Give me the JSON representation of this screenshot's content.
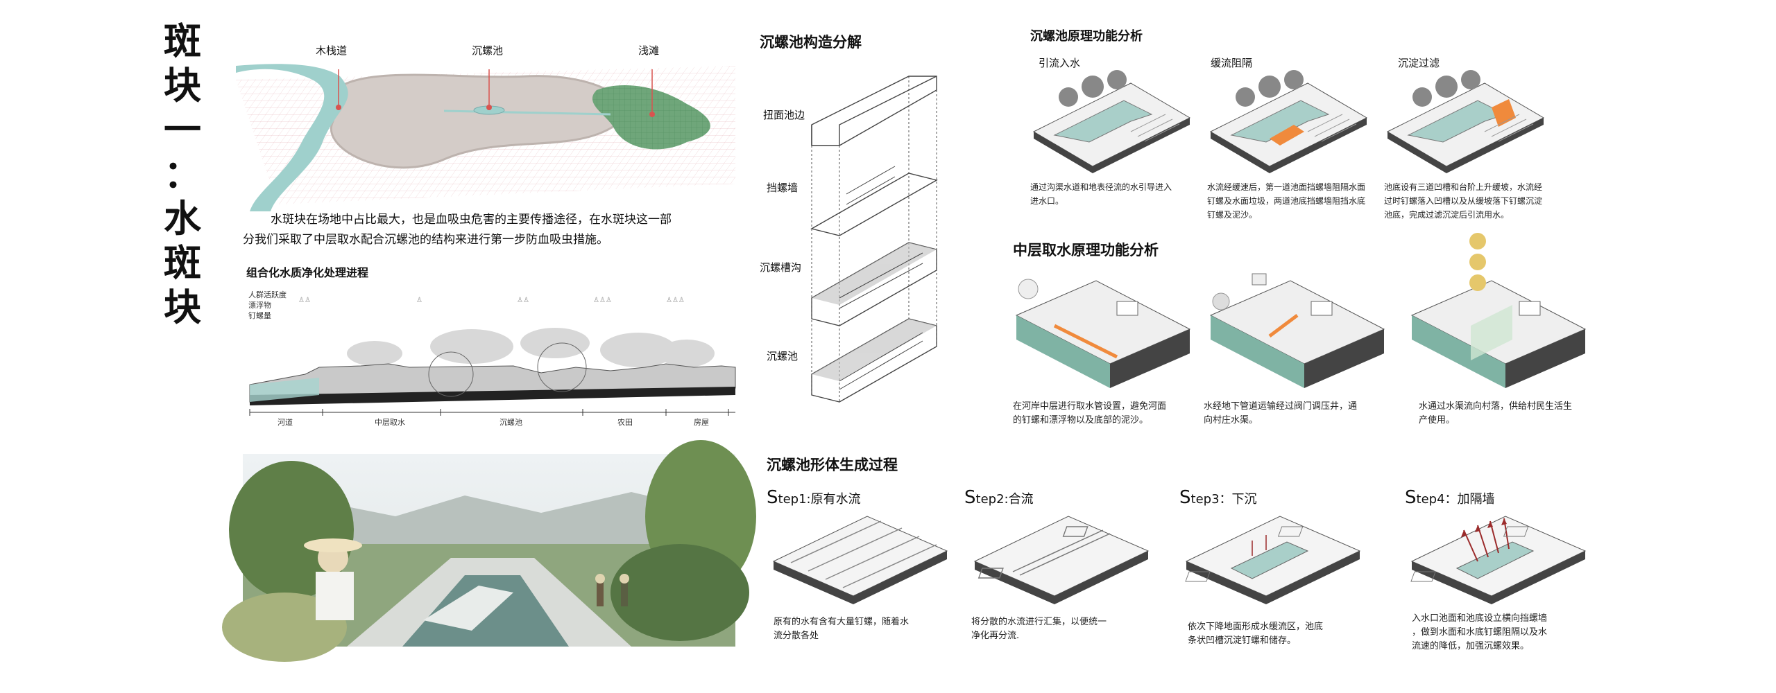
{
  "title_chars": [
    "斑",
    "块",
    "一",
    "：",
    "水",
    "斑",
    "块"
  ],
  "map": {
    "labels": [
      "木栈道",
      "沉螺池",
      "浅滩"
    ],
    "colors": {
      "water": "#9fd0cc",
      "land": "#d4ccc8",
      "wetland": "#6fa67a",
      "grid": "#e8b7bd",
      "pin": "#d9534f"
    }
  },
  "intro": {
    "line1": "水斑块在场地中占比最大，也是血吸虫危害的主要传播途径，在水斑块这一部",
    "line2": "分我们采取了中层取水配合沉螺池的结构来进行第一步防血吸虫措施。"
  },
  "purify": {
    "title": "组合化水质净化处理进程",
    "legend": [
      "人群活跃度",
      "漂浮物",
      "钉螺量"
    ],
    "zones": [
      "河道",
      "中层取水",
      "沉螺池",
      "农田",
      "房屋"
    ]
  },
  "decompose": {
    "title": "沉螺池构造分解",
    "labels": [
      "扭面池边",
      "挡螺墙",
      "沉螺槽沟",
      "沉螺池"
    ]
  },
  "principle": {
    "title": "沉螺池原理功能分析",
    "items": [
      {
        "title": "引流入水",
        "desc1": "通过沟渠水道和地表径流的水引导进入",
        "desc2": "进水口。"
      },
      {
        "title": "缓流阻隔",
        "desc1": "水流经缓速后，第一道池面挡螺墙阻隔水面",
        "desc2": "钉螺及水面垃圾，两道池底挡螺墙阻挡水底",
        "desc3": "钉螺及泥沙。"
      },
      {
        "title": "沉淀过滤",
        "desc1": "池底设有三道凹槽和台阶上升缓坡，水流经",
        "desc2": "过时钉螺落入凹槽以及从缓坡落下钉螺沉淀",
        "desc3": "池底，完成过滤沉淀后引流用水。"
      }
    ],
    "accent": "#f08a3c"
  },
  "midwater": {
    "title": "中层取水原理功能分析",
    "items": [
      {
        "desc1": "在河岸中层进行取水管设置，避免河面",
        "desc2": "的钉螺和漂浮物以及底部的泥沙。"
      },
      {
        "desc1": "水经地下管道运输经过阀门调压井，通",
        "desc2": "向村庄水渠。"
      },
      {
        "desc1": "水通过水渠流向村落，供给村民生活生",
        "desc2": "产使用。"
      }
    ],
    "water_color": "#7fb3a4"
  },
  "steps": {
    "title": "沉螺池形体生成过程",
    "items": [
      {
        "big": "S",
        "rest": "tep1:原有水流",
        "desc1": "原有的水有含有大量钉螺，随着水",
        "desc2": "流分散各处"
      },
      {
        "big": "S",
        "rest": "tep2:合流",
        "desc1": "将分散的水流进行汇集，以便统一",
        "desc2": "净化再分流."
      },
      {
        "big": "S",
        "rest": "tep3：下沉",
        "desc1": "依次下降地面形成水缓流区，池底",
        "desc2": "条状凹槽沉淀钉螺和储存。"
      },
      {
        "big": "S",
        "rest": "tep4：加隔墙",
        "desc1": "入水口池面和池底设立横向挡螺墙",
        "desc2": "，做到水面和水底钉螺阻隔以及水",
        "desc3": "流速的降低，加强沉螺效果。"
      }
    ],
    "arrow_color": "#9b2b2b"
  }
}
